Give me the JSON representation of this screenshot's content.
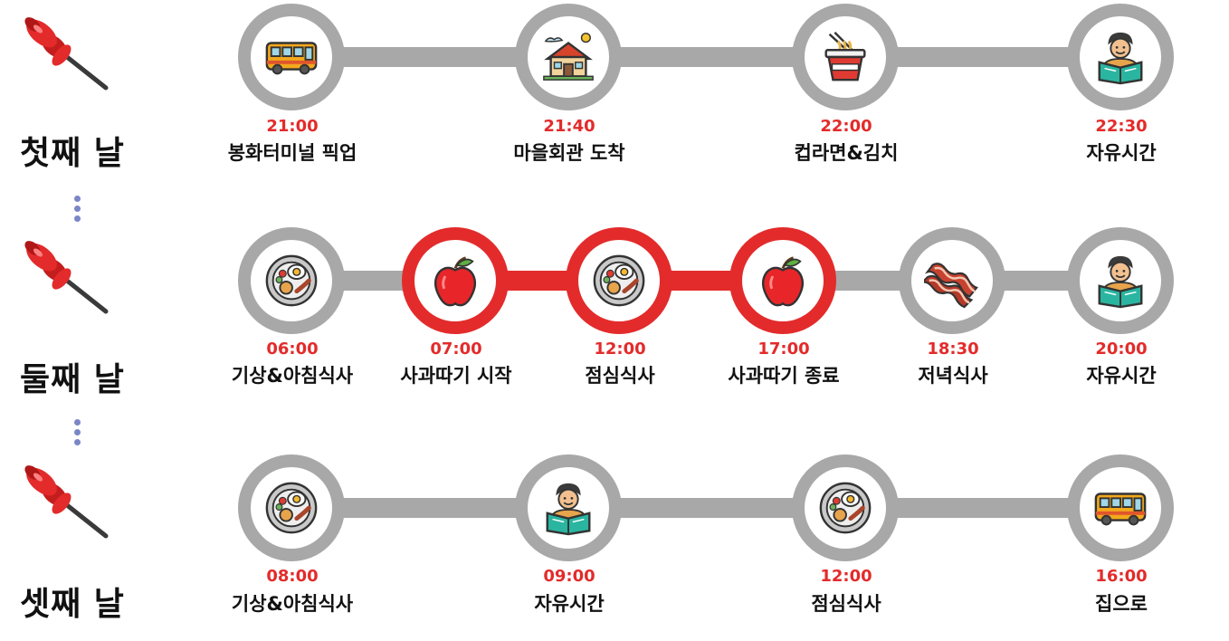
{
  "days": [
    {
      "label": "첫째 날",
      "events": [
        {
          "time": "21:00",
          "label": "봉화터미널 픽업",
          "icon": "bus-icon",
          "highlight": false
        },
        {
          "time": "21:40",
          "label": "마을회관 도착",
          "icon": "house-icon",
          "highlight": false
        },
        {
          "time": "22:00",
          "label": "컵라면&김치",
          "icon": "cup-noodle-icon",
          "highlight": false
        },
        {
          "time": "22:30",
          "label": "자유시간",
          "icon": "reading-person-icon",
          "highlight": false
        }
      ]
    },
    {
      "label": "둘째 날",
      "events": [
        {
          "time": "06:00",
          "label": "기상&아침식사",
          "icon": "breakfast-plate-icon",
          "highlight": false
        },
        {
          "time": "07:00",
          "label": "사과따기 시작",
          "icon": "apple-icon",
          "highlight": true
        },
        {
          "time": "12:00",
          "label": "점심식사",
          "icon": "breakfast-plate-icon",
          "highlight": true
        },
        {
          "time": "17:00",
          "label": "사과따기 종료",
          "icon": "apple-icon",
          "highlight": true
        },
        {
          "time": "18:30",
          "label": "저녁식사",
          "icon": "bacon-icon",
          "highlight": false
        },
        {
          "time": "20:00",
          "label": "자유시간",
          "icon": "reading-person-icon",
          "highlight": false
        }
      ]
    },
    {
      "label": "셋째 날",
      "events": [
        {
          "time": "08:00",
          "label": "기상&아침식사",
          "icon": "breakfast-plate-icon",
          "highlight": false
        },
        {
          "time": "09:00",
          "label": "자유시간",
          "icon": "reading-person-icon",
          "highlight": false
        },
        {
          "time": "12:00",
          "label": "점심식사",
          "icon": "breakfast-plate-icon",
          "highlight": false
        },
        {
          "time": "16:00",
          "label": "집으로",
          "icon": "bus-icon",
          "highlight": false
        }
      ]
    }
  ],
  "colors": {
    "track": "#a8a8a8",
    "highlight": "#e32b2b",
    "time": "#e32b2b",
    "dots": "#7b86c7"
  }
}
